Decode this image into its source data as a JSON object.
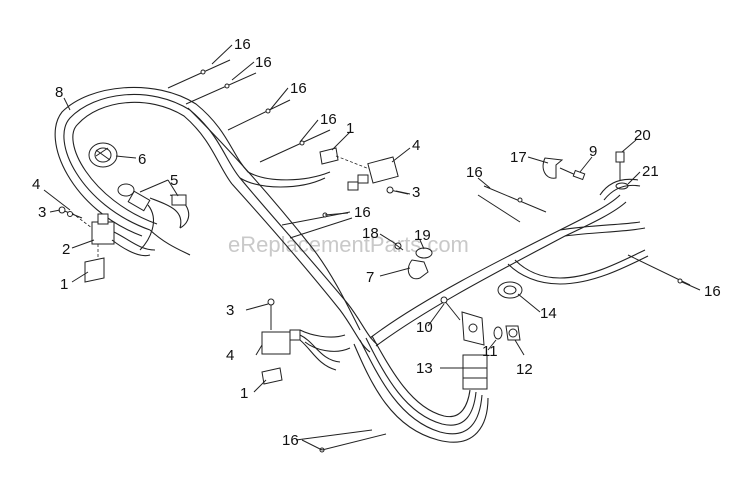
{
  "watermark": "eReplacementParts.com",
  "callouts": {
    "c16a": "16",
    "c16b": "16",
    "c16c": "16",
    "c16d": "16",
    "c16e": "16",
    "c16f": "16",
    "c16g": "16",
    "c16h": "16",
    "c8": "8",
    "c6": "6",
    "c5": "5",
    "c4a": "4",
    "c3a": "3",
    "c2": "2",
    "c1a": "1",
    "c1b": "1",
    "c4b": "4",
    "c3b": "3",
    "c17": "17",
    "c9": "9",
    "c20": "20",
    "c21": "21",
    "c18": "18",
    "c19": "19",
    "c7": "7",
    "c14": "14",
    "c10": "10",
    "c11": "11",
    "c12": "12",
    "c13": "13",
    "c3c": "3",
    "c4c": "4",
    "c1c": "1"
  }
}
